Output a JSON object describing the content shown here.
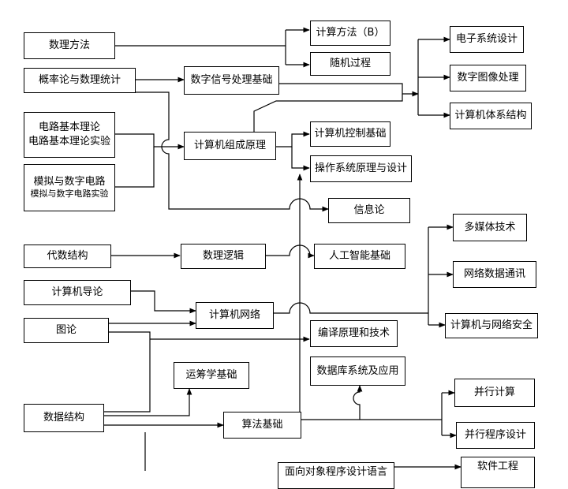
{
  "diagram": {
    "nodes": {
      "shuli": "数理方法",
      "gailv": "概率论与数理统计",
      "dianlu": "电路基本理论",
      "dianlu_exp": "电路基本理论实验",
      "moni": "模拟与数字电路",
      "moni_exp": "模拟与数字电路实验",
      "daishu": "代数结构",
      "daolun": "计算机导论",
      "tulun": "图论",
      "shuju": "数据结构",
      "jisuan_b": "计算方法（B）",
      "suiji": "随机过程",
      "xinhao": "数字信号处理基础",
      "zucheng": "计算机组成原理",
      "kongzhi": "计算机控制基础",
      "caozuo": "操作系统原理与设计",
      "xinxi": "信息论",
      "luoji": "数理逻辑",
      "rengong": "人工智能基础",
      "wangluo": "计算机网络",
      "bianyi": "编译原理和技术",
      "yunchou": "运筹学基础",
      "shujuku": "数据库系统及应用",
      "suanfa": "算法基础",
      "mianxiang": "面向对象程序设计语言",
      "dianzi": "电子系统设计",
      "tuxiang": "数字图像处理",
      "tixi": "计算机体系结构",
      "duomeiti": "多媒体技术",
      "tongxun": "网络数据通讯",
      "anquan": "计算机与网络安全",
      "binxing": "并行计算",
      "binxing_cx": "并行程序设计",
      "ruanjian": "软件工程"
    }
  }
}
